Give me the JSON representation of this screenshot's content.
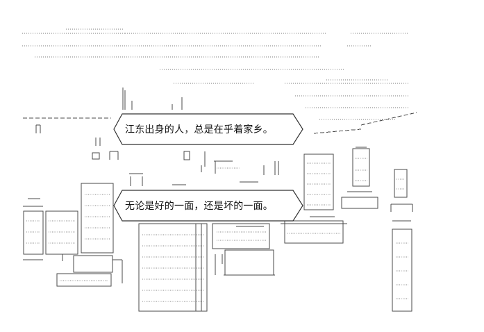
{
  "dialogue": [
    {
      "text": "江东出身的人，总是在乎着家乡。"
    },
    {
      "text": "无论是好的一面，还是坏的一面。"
    }
  ],
  "art": {
    "style": "ascii-art",
    "ink_color": "#4a4a4a",
    "background": "#ffffff"
  }
}
